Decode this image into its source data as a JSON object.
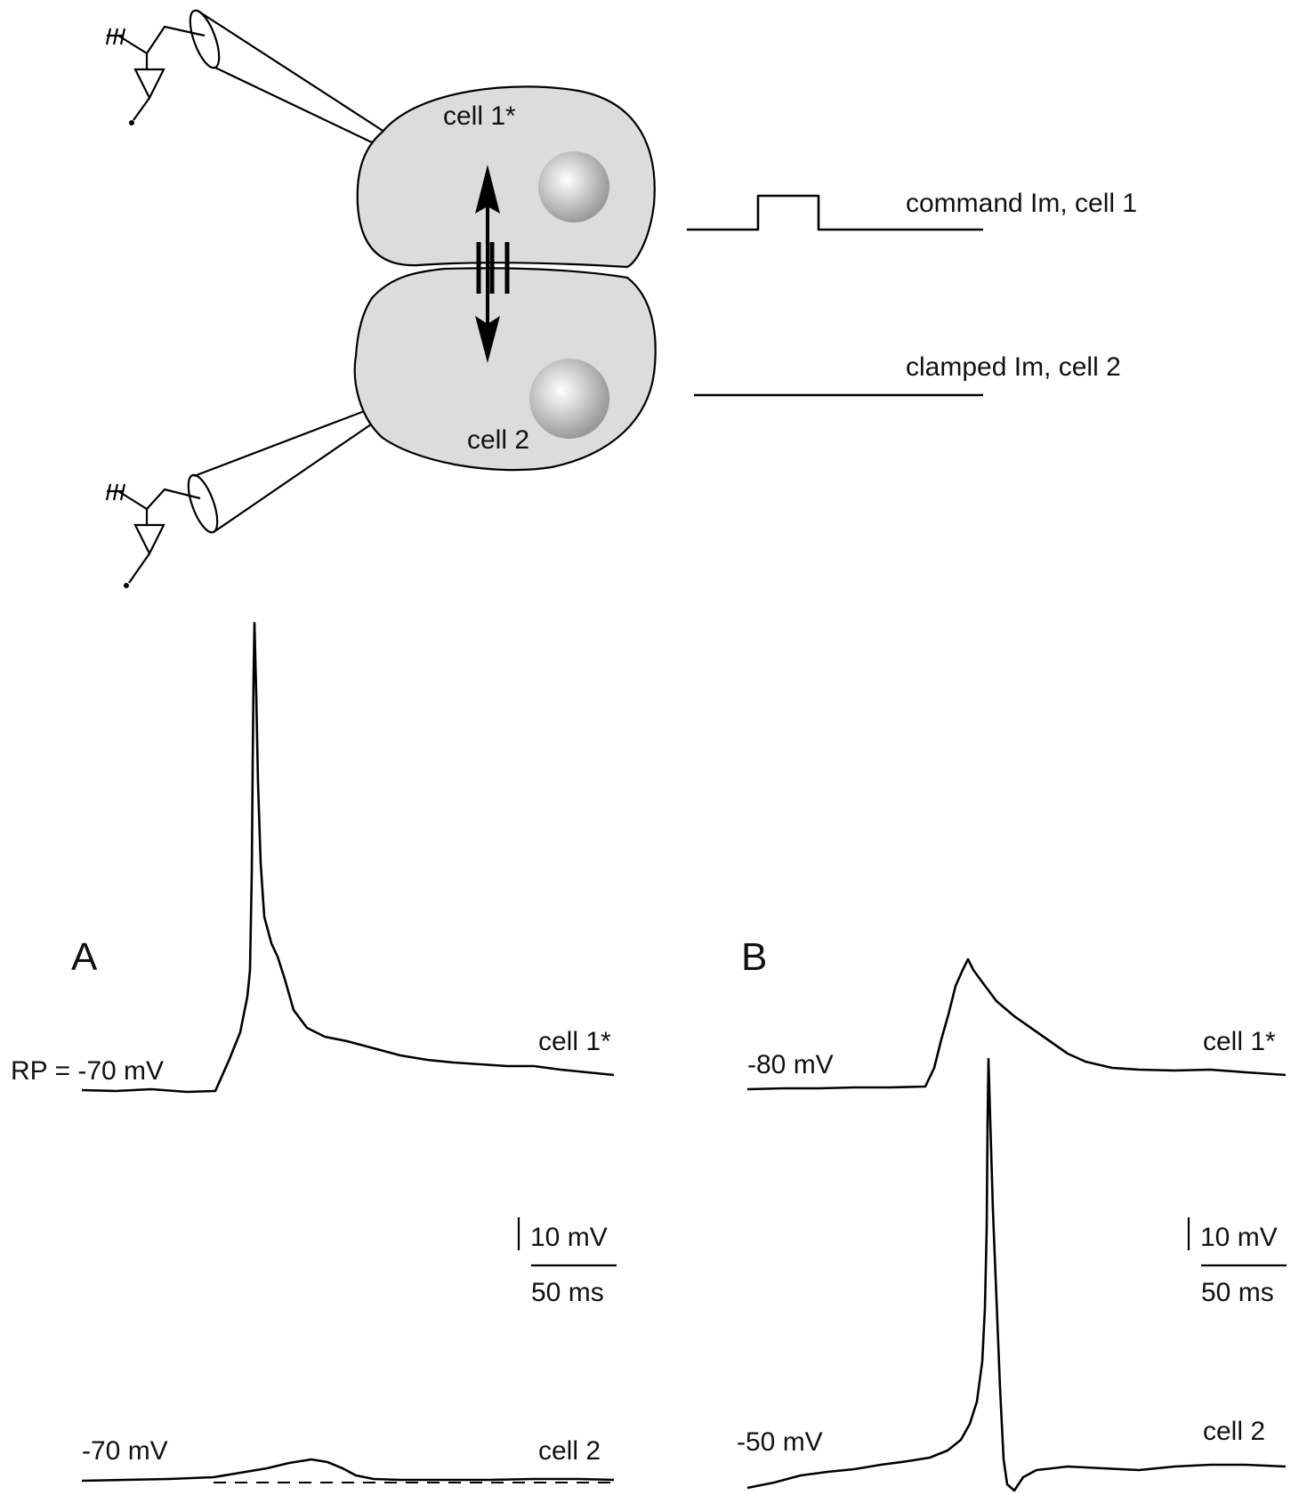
{
  "schematic": {
    "cell1_label": "cell 1*",
    "cell2_label": "cell 2",
    "command_label": "command Im, cell 1",
    "clamped_label": "clamped Im, cell 2",
    "cell_fill": "#dcdcdc"
  },
  "panel_a": {
    "letter": "A",
    "top_baseline": "RP = -70 mV",
    "top_trace_label": "cell 1*",
    "bottom_baseline": "-70 mV",
    "bottom_trace_label": "cell 2",
    "scale_voltage": "10 mV",
    "scale_time": "50 ms"
  },
  "panel_b": {
    "letter": "B",
    "top_baseline": "-80 mV",
    "top_trace_label": "cell 1*",
    "bottom_baseline": "-50 mV",
    "bottom_trace_label": "cell 2",
    "scale_voltage": "10 mV",
    "scale_time": "50 ms"
  }
}
